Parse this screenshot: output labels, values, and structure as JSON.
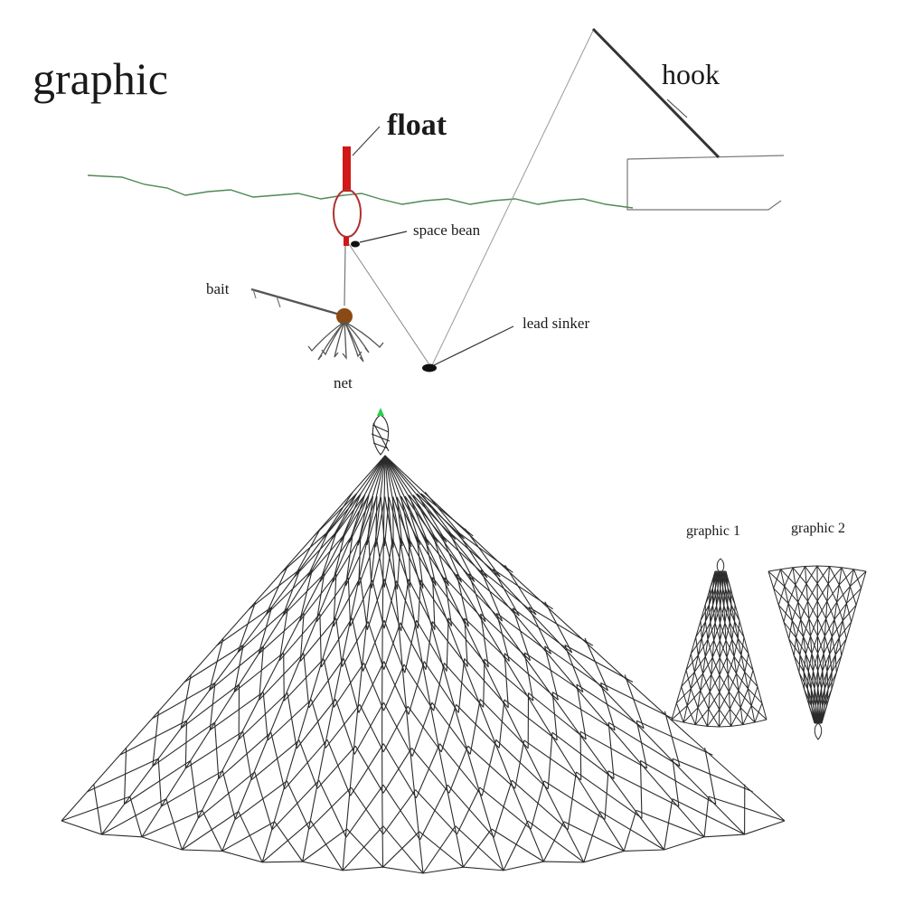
{
  "labels": {
    "title": "graphic",
    "float": "float",
    "hook": "hook",
    "space_bean": "space bean",
    "bait": "bait",
    "lead_sinker": "lead sinker",
    "net": "net",
    "graphic_1": "graphic 1",
    "graphic_2": "graphic 2"
  },
  "colors": {
    "water": "#4d8a55",
    "float": "#d01818",
    "loop": "#b03030",
    "bait_ball": "#8b4a14",
    "net_line": "#2b2b2b",
    "tip": "#28d04a"
  }
}
